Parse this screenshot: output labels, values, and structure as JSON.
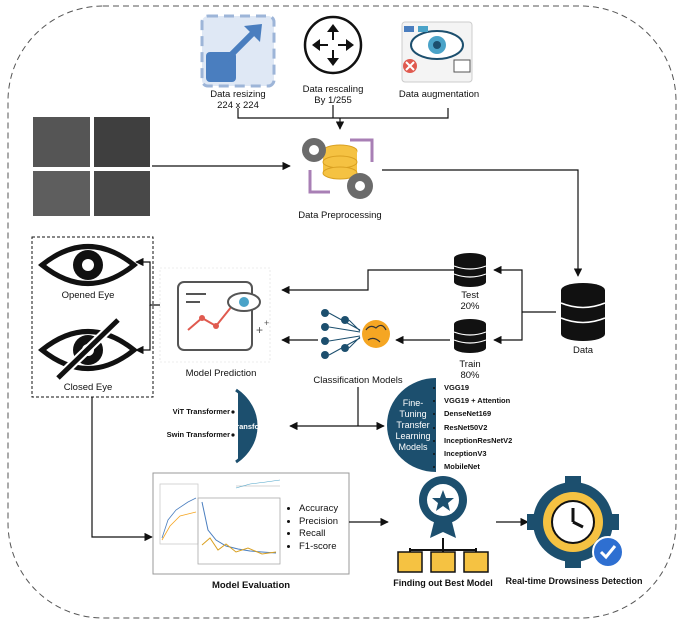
{
  "preprocess": {
    "resize_line1": "Data resizing",
    "resize_line2": "224 x 224",
    "rescale_line1": "Data rescaling",
    "rescale_line2": "By 1/255",
    "augment": "Data augmentation",
    "title": "Data Preprocessing"
  },
  "data": {
    "label": "Data",
    "test_line1": "Test",
    "test_line2": "20%",
    "train_line1": "Train",
    "train_line2": "80%"
  },
  "eyes": {
    "opened": "Opened Eye",
    "closed": "Closed Eye"
  },
  "prediction": {
    "label": "Model Prediction"
  },
  "classification": {
    "label": "Classification Models"
  },
  "transformers": {
    "title": "Transformers",
    "vit": "ViT Transformer",
    "swin": "Swin Transformer"
  },
  "fine_tuning": {
    "line1": "Fine-",
    "line2": "Tuning",
    "line3": "Transfer",
    "line4": "Learning",
    "line5": "Models",
    "models": [
      "VGG19",
      "VGG19 + Attention",
      "DenseNet169",
      "ResNet50V2",
      "InceptionResNetV2",
      "InceptionV3",
      "MobileNet"
    ]
  },
  "evaluation": {
    "label": "Model Evaluation",
    "metrics": [
      "Accuracy",
      "Precision",
      "Recall",
      "F1-score"
    ]
  },
  "best_model": {
    "label": "Finding out Best Model"
  },
  "realtime": {
    "label": "Real-time Drowsiness Detection"
  },
  "colors": {
    "navy": "#1c4f6e",
    "gold": "#f5c242",
    "blue": "#4a7ebf",
    "gear": "#6b6b6b"
  }
}
